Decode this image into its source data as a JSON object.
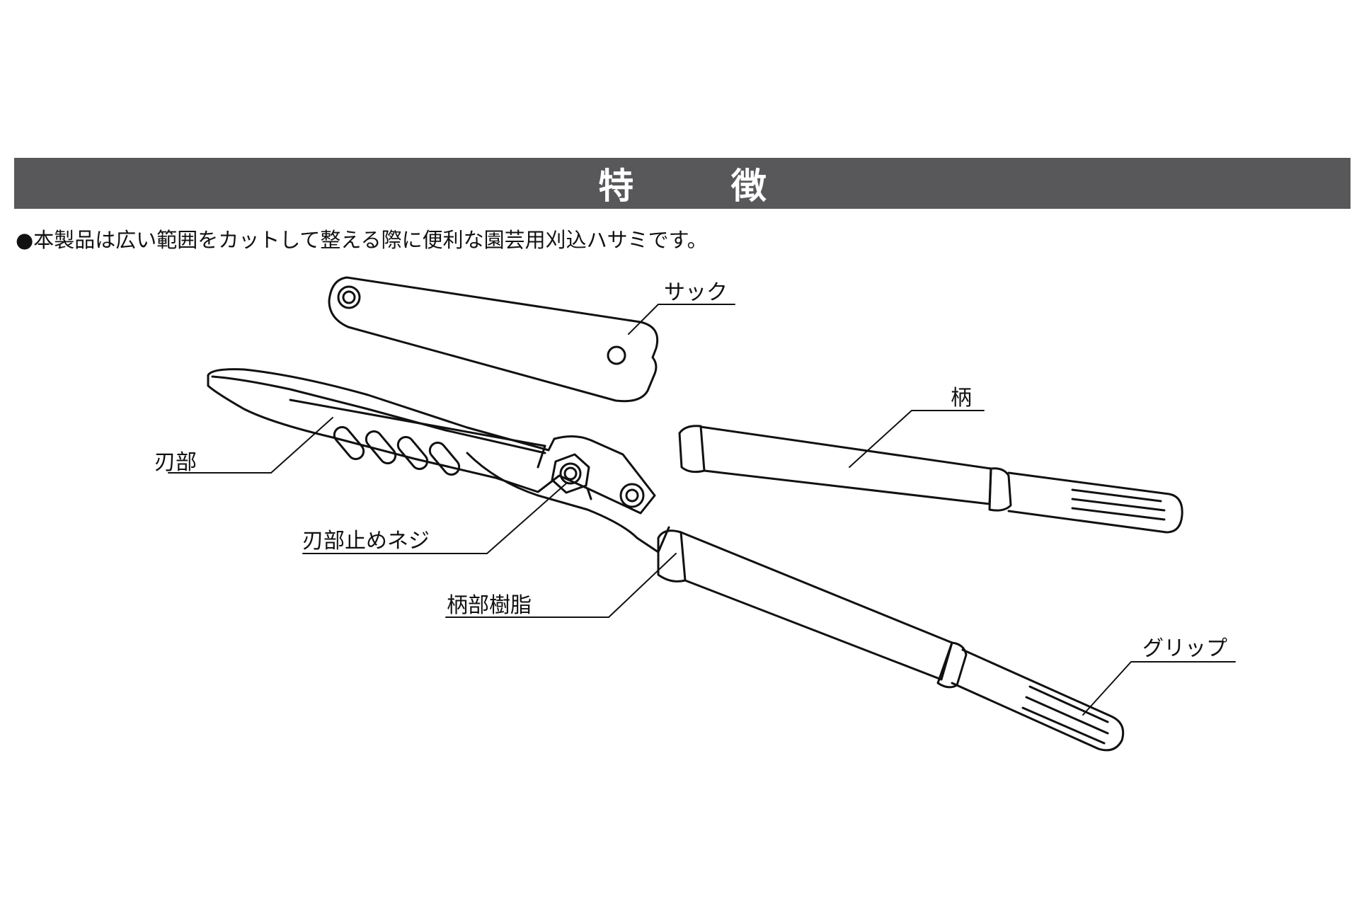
{
  "header": {
    "title": "特 徴"
  },
  "intro": "●本製品は広い範囲をカットして整える際に便利な園芸用刈込ハサミです。",
  "labels": {
    "sack": "サック",
    "handle": "柄",
    "blade": "刃部",
    "blade_screw": "刃部止めネジ",
    "handle_resin": "柄部樹脂",
    "grip": "グリップ"
  },
  "colors": {
    "banner": "#58585a",
    "banner_text": "#ffffff",
    "line": "#111111"
  }
}
